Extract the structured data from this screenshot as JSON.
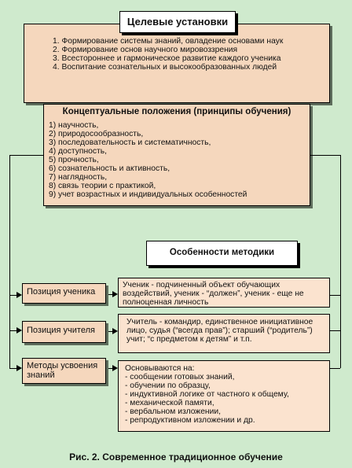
{
  "goals": {
    "title": "Целевые установки",
    "items": [
      "1. Формирование системы знаний, овладение основами наук",
      "2. Формирование основ научного мировоззрения",
      "3. Всестороннее и гармоническое развитие каждого ученика",
      "4. Воспитание сознательных и высокообразованных людей"
    ]
  },
  "principles": {
    "title": "Концептуальные положения (принципы обучения)",
    "items": [
      "1) научность,",
      "2) природосообразность,",
      "3) последовательность и систематичность,",
      "4) доступность,",
      "5) прочность,",
      "6) сознательность и активность,",
      "7) наглядность,",
      "8) связь теории с практикой,",
      "9) учет возрастных и индивидуальных особенностей"
    ]
  },
  "method": {
    "title": "Особенности методики"
  },
  "student": {
    "label": "Позиция ученика",
    "text": "Ученик - подчиненный объект обучающих воздействий, ученик - “должен”, ученик - еще не полноценная личность"
  },
  "teacher": {
    "label": "Позиция учителя",
    "text": "Учитель - командир, единственное инициативное лицо, судья (“всегда прав”); старший (“родитель”) учит; “с предметом к детям” и т.п."
  },
  "methods": {
    "label": "Методы усвоения знаний",
    "intro": "Основываются на:",
    "items": [
      "- сообщении готовых знаний,",
      "- обучении по образцу,",
      "- индуктивной логике от частного к общему,",
      "- механической памяти,",
      "- вербальном изложении,",
      "- репродуктивном изложении и др."
    ]
  },
  "caption": "Рис. 2. Современное традиционное обучение"
}
